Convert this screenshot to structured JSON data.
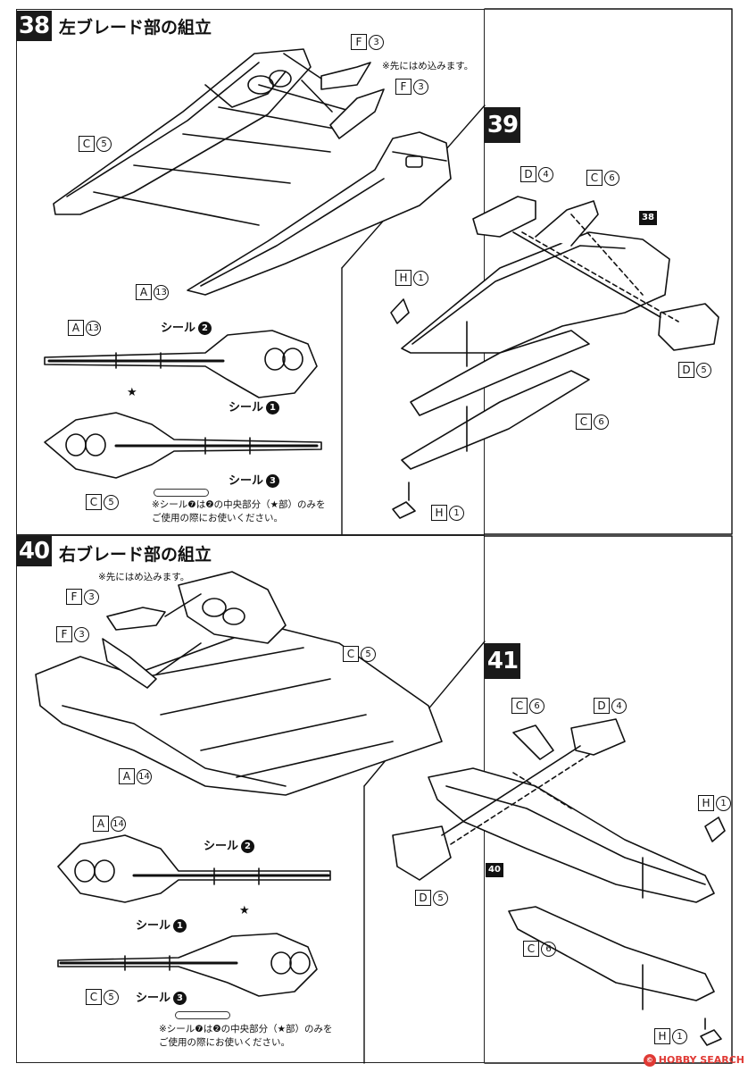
{
  "steps": {
    "s38": {
      "number": "38",
      "title": "左ブレード部の組立",
      "note": "※先にはめ込みます。"
    },
    "s39": {
      "number": "39",
      "ref_badge": "38"
    },
    "s40": {
      "number": "40",
      "title": "右ブレード部の組立",
      "note": "※先にはめ込みます。"
    },
    "s41": {
      "number": "41",
      "ref_badge": "40"
    }
  },
  "seal_note": {
    "line1": "※シール❼は❷の中央部分（★部）のみを",
    "line2": "ご使用の際にお使いください。"
  },
  "labels": {
    "seal_text": "シール",
    "seal_1": "1",
    "seal_2": "2",
    "seal_3": "3",
    "star": "★"
  },
  "parts": {
    "F": "F",
    "C": "C",
    "A": "A",
    "D": "D",
    "H": "H",
    "n1": "1",
    "n3": "3",
    "n4": "4",
    "n5": "5",
    "n6": "6",
    "n13": "13",
    "n14": "14"
  },
  "watermark": "HOBBY SEARCH",
  "watermark_mark": "©"
}
